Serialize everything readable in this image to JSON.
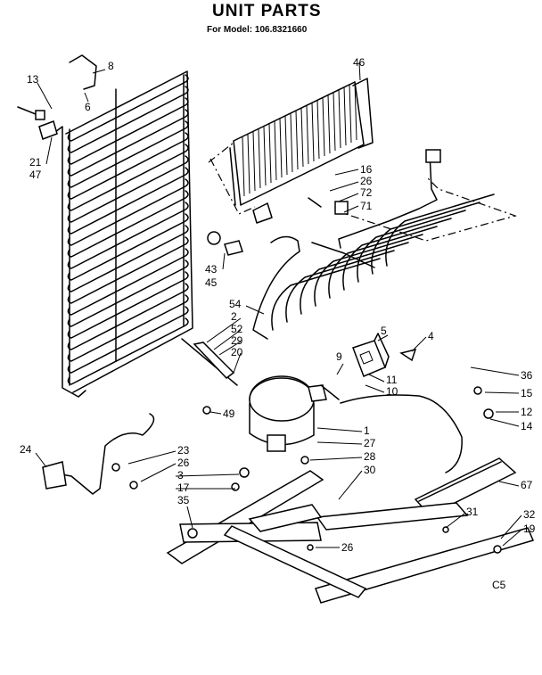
{
  "title": "UNIT PARTS",
  "subtitle": "For Model: 106.8321660",
  "corner_code": "C5",
  "callouts": [
    "13",
    "8",
    "6",
    "21",
    "47",
    "46",
    "16",
    "26",
    "72",
    "71",
    "43",
    "45",
    "54",
    "2",
    "52",
    "29",
    "20",
    "5",
    "4",
    "9",
    "11",
    "10",
    "36",
    "15",
    "12",
    "14",
    "49",
    "1",
    "27",
    "28",
    "30",
    "24",
    "23",
    "26",
    "3",
    "17",
    "35",
    "31",
    "26",
    "67",
    "32",
    "19"
  ]
}
